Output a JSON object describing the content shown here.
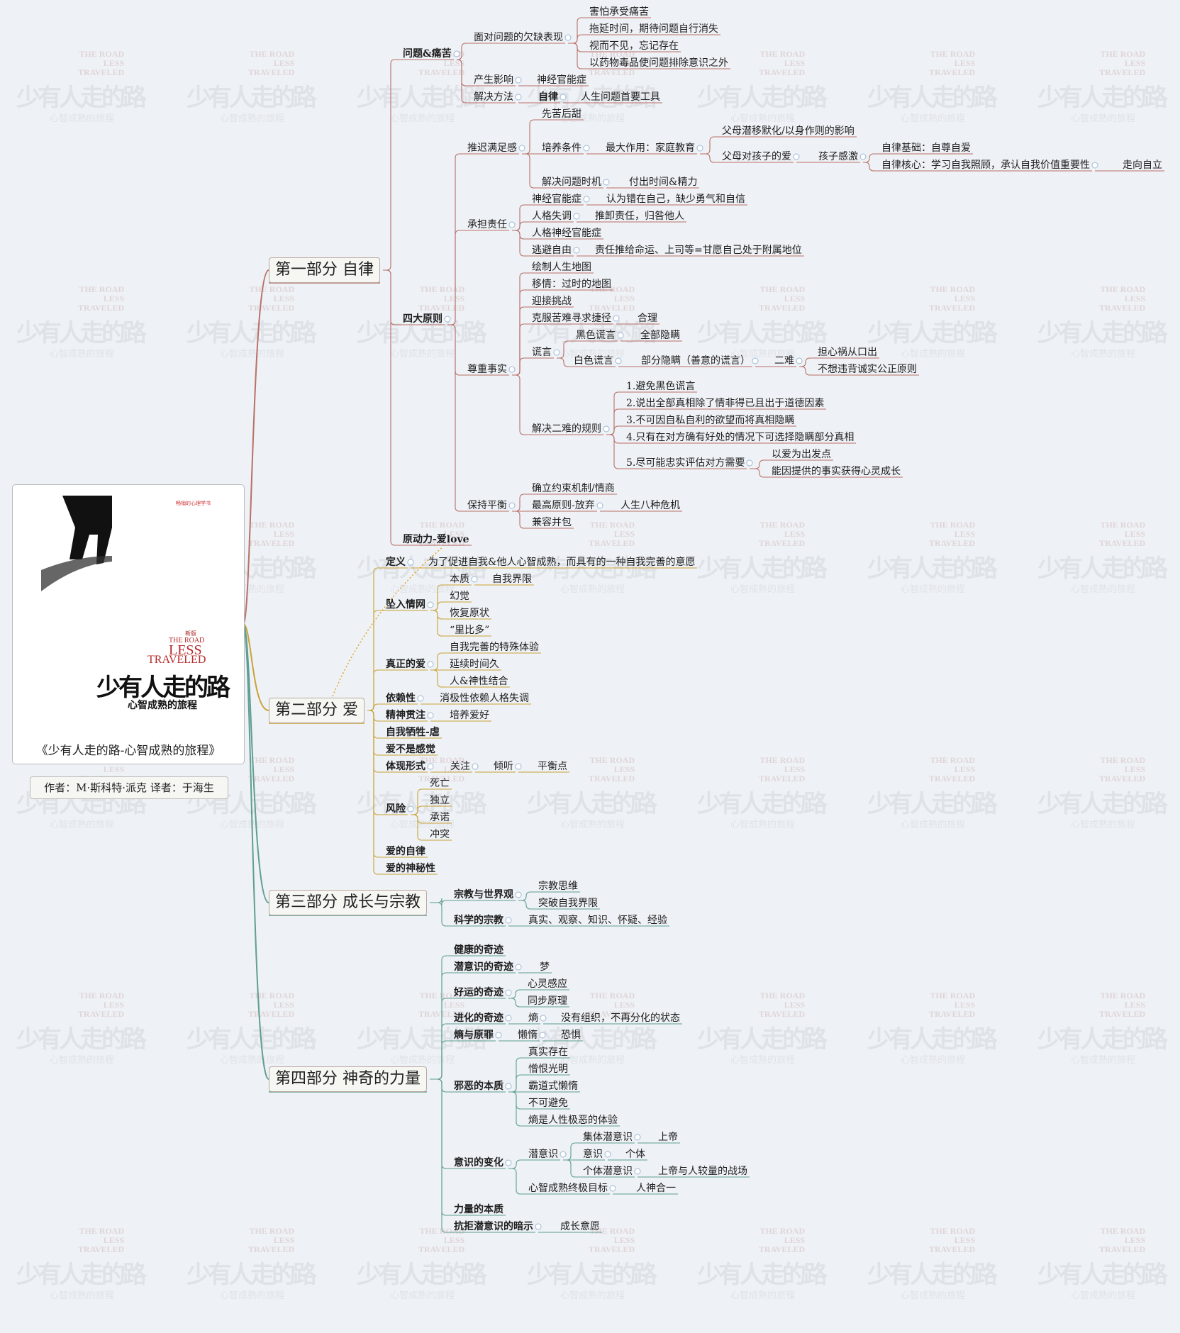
{
  "book": {
    "caption": "《少有人走的路-心智成熟的旅程》",
    "author_line": "作者：M·斯科特·派克 译者：于海生",
    "cover_en": [
      "THE ROAD",
      "LESS",
      "TRAVELED"
    ],
    "cover_cn": "少有人走的路",
    "cover_sub": "心智成熟的旅程",
    "cover_badge": "新版",
    "cover_top": "畅销的心理学书"
  },
  "watermark": {
    "en": [
      "THE ROAD",
      "LESS",
      "TRAVELED"
    ],
    "cn": "少有人走的路",
    "sub": "心智成熟的旅程"
  },
  "colors": {
    "part1": "#b97068",
    "part2": "#c9a338",
    "part3": "#5f9e92",
    "part4": "#5f9e92",
    "dotted": "#e6a21f"
  },
  "nodes": {
    "p1": "第一部分 自律",
    "p2": "第二部分 爱",
    "p3": "第三部分 成长与宗教",
    "p4": "第四部分 神奇的力量",
    "a1": "问题&痛苦",
    "a1_1": "面对问题的欠缺表现",
    "a1_1a": "害怕承受痛苦",
    "a1_1b": "拖延时间，期待问题自行消失",
    "a1_1c": "视而不见，忘记存在",
    "a1_1d": "以药物毒品使问题排除意识之外",
    "a1_2": "产生影响",
    "a1_2a": "神经官能症",
    "a1_3": "解决方法",
    "a1_3a": "自律",
    "a1_3b": "人生问题首要工具",
    "a2": "四大原则",
    "b1": "推迟满足感",
    "b1a": "先苦后甜",
    "b1b": "培养条件",
    "b1b1": "最大作用：家庭教育",
    "b1b1a": "父母潜移默化/以身作则的影响",
    "b1b1b": "父母对孩子的爱",
    "b1b1b1": "孩子感激",
    "b1b1b1a": "自律基础：自尊自爱",
    "b1b1b1b": "自律核心：学习自我照顾，承认自我价值重要性",
    "b1b1b1b1": "走向自立",
    "b1c": "解决问题时机",
    "b1c1": "付出时间&精力",
    "b2": "承担责任",
    "b2a": "神经官能症",
    "b2a1": "认为错在自己，缺少勇气和自信",
    "b2b": "人格失调",
    "b2b1": "推卸责任，归咎他人",
    "b2c": "人格神经官能症",
    "b2d": "逃避自由",
    "b2d1": "责任推给命运、上司等=甘愿自己处于附属地位",
    "b3": "尊重事实",
    "b3a": "绘制人生地图",
    "b3b": "移情：过时的地图",
    "b3c": "迎接挑战",
    "b3d": "克服苦难寻求捷径",
    "b3d1": "合理",
    "b3e": "谎言",
    "b3e1": "黑色谎言",
    "b3e1a": "全部隐瞒",
    "b3e2": "白色谎言",
    "b3e2a": "部分隐瞒（善意的谎言）",
    "b3e2b": "二难",
    "b3e2b1": "担心祸从口出",
    "b3e2b2": "不想违背诚实公正原则",
    "b3f": "解决二难的规则",
    "b3f1": "1.避免黑色谎言",
    "b3f2": "2.说出全部真相除了情非得已且出于道德因素",
    "b3f3": "3.不可因自私自利的欲望而将真相隐瞒",
    "b3f4": "4.只有在对方确有好处的情况下可选择隐瞒部分真相",
    "b3f5": "5.尽可能忠实评估对方需要",
    "b3f5a": "以爱为出发点",
    "b3f5b": "能因提供的事实获得心灵成长",
    "b4": "保持平衡",
    "b4a": "确立约束机制/情商",
    "b4b": "最高原则-放弃",
    "b4b1": "人生八种危机",
    "b4c": "兼容并包",
    "a3": "原动力-爱love",
    "c1": "定义",
    "c1a": "为了促进自我&他人心智成熟，而具有的一种自我完善的意愿",
    "c2": "坠入情网",
    "c2a": "本质",
    "c2a1": "自我界限",
    "c2b": "幻觉",
    "c2c": "恢复原状",
    "c2d": "“里比多”",
    "c3": "真正的爱",
    "c3a": "自我完善的特殊体验",
    "c3b": "延续时间久",
    "c3c": "人&神性结合",
    "c4": "依赖性",
    "c4a": "消极性依赖人格失调",
    "c5": "精神贯注",
    "c5a": "培养爱好",
    "c6": "自我牺牲-虐",
    "c7": "爱不是感觉",
    "c8": "体现形式",
    "c8a": "关注",
    "c8b": "倾听",
    "c8c": "平衡点",
    "c9": "风险",
    "c9a": "死亡",
    "c9b": "独立",
    "c9c": "承诺",
    "c9d": "冲突",
    "c10": "爱的自律",
    "c11": "爱的神秘性",
    "d1": "宗教与世界观",
    "d1a": "宗教思维",
    "d1b": "突破自我界限",
    "d2": "科学的宗教",
    "d2a": "真实、观察、知识、怀疑、经验",
    "e1": "健康的奇迹",
    "e2": "潜意识的奇迹",
    "e2a": "梦",
    "e3": "好运的奇迹",
    "e3a": "心灵感应",
    "e3b": "同步原理",
    "e4": "进化的奇迹",
    "e4a": "熵",
    "e4a1": "没有组织，不再分化的状态",
    "e5": "熵与原罪",
    "e5a": "懒惰",
    "e5a1": "恐惧",
    "e6": "邪恶的本质",
    "e6a": "真实存在",
    "e6b": "憎恨光明",
    "e6c": "霸道式懒惰",
    "e6d": "不可避免",
    "e6e": "熵是人性极恶的体验",
    "e7": "意识的变化",
    "e7a": "潜意识",
    "e7a1": "集体潜意识",
    "e7a1a": "上帝",
    "e7a2": "意识",
    "e7a2a": "个体",
    "e7a3": "个体潜意识",
    "e7a3a": "上帝与人较量的战场",
    "e7b": "心智成熟终极目标",
    "e7b1": "人神合一",
    "e8": "力量的本质",
    "e9": "抗拒潜意识的暗示",
    "e9a": "成长意愿"
  }
}
